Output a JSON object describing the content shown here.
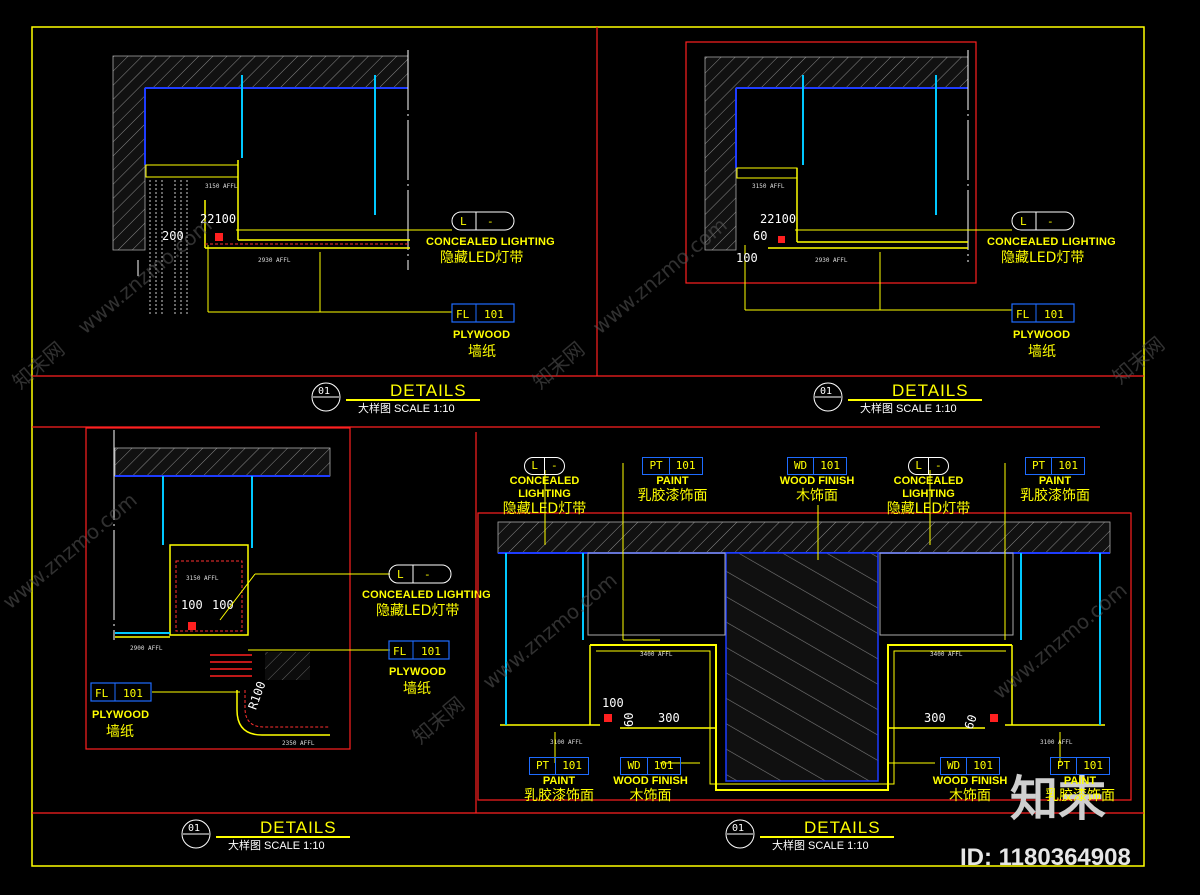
{
  "detail_top_left": {
    "tag_l": {
      "code": "L",
      "num": "-"
    },
    "l_en": "CONCEALED LIGHTING",
    "l_cn": "隐藏LED灯带",
    "tag_fl": {
      "code": "FL",
      "num": "101"
    },
    "fl_en": "PLYWOOD",
    "fl_cn": "墙纸",
    "dims": [
      "22100",
      "200"
    ],
    "affl": [
      "3150 AFFL",
      "2930 AFFL"
    ],
    "title": "DETAILS",
    "num": "01",
    "scale": "大样图 SCALE  1:10"
  },
  "detail_top_right": {
    "tag_l": {
      "code": "L",
      "num": "-"
    },
    "l_en": "CONCEALED LIGHTING",
    "l_cn": "隐藏LED灯带",
    "tag_fl": {
      "code": "FL",
      "num": "101"
    },
    "fl_en": "PLYWOOD",
    "fl_cn": "墙纸",
    "dims": [
      "22100",
      "100",
      "60"
    ],
    "affl": [
      "3150 AFFL",
      "2930 AFFL"
    ],
    "title": "DETAILS",
    "num": "01",
    "scale": "大样图 SCALE  1:10"
  },
  "detail_bottom_left": {
    "tag_l": {
      "code": "L",
      "num": "-"
    },
    "l_en": "CONCEALED LIGHTING",
    "l_cn": "隐藏LED灯带",
    "tag_fl": {
      "code": "FL",
      "num": "101"
    },
    "fl_en": "PLYWOOD",
    "fl_cn": "墙纸",
    "tag_fl2": {
      "code": "FL",
      "num": "101"
    },
    "fl2_en": "PLYWOOD",
    "fl2_cn": "墙纸",
    "dims": [
      "100",
      "100",
      "R100"
    ],
    "affl": [
      "3150 AFFL",
      "2900 AFFL",
      "2350 AFFL"
    ],
    "title": "DETAILS",
    "num": "01",
    "scale": "大样图 SCALE  1:10"
  },
  "detail_bottom_right": {
    "top_tags": [
      {
        "code": "L",
        "num": "-",
        "en": "CONCEALED LIGHTING",
        "cn": "隐藏LED灯带"
      },
      {
        "code": "PT",
        "num": "101",
        "en": "PAINT",
        "cn": "乳胶漆饰面"
      },
      {
        "code": "WD",
        "num": "101",
        "en": "WOOD FINISH",
        "cn": "木饰面"
      },
      {
        "code": "L",
        "num": "-",
        "en": "CONCEALED LIGHTING",
        "cn": "隐藏LED灯带"
      },
      {
        "code": "PT",
        "num": "101",
        "en": "PAINT",
        "cn": "乳胶漆饰面"
      }
    ],
    "bottom_tags": [
      {
        "code": "PT",
        "num": "101",
        "en": "PAINT",
        "cn": "乳胶漆饰面"
      },
      {
        "code": "WD",
        "num": "101",
        "en": "WOOD FINISH",
        "cn": "木饰面"
      },
      {
        "code": "WD",
        "num": "101",
        "en": "WOOD FINISH",
        "cn": "木饰面"
      },
      {
        "code": "PT",
        "num": "101",
        "en": "PAINT",
        "cn": "乳胶漆饰面"
      }
    ],
    "dims": [
      "100",
      "300",
      "300",
      "60",
      "60"
    ],
    "affl": [
      "3400 AFFL",
      "3400 AFFL",
      "3100 AFFL",
      "3100 AFFL"
    ],
    "title": "DETAILS",
    "num": "01",
    "scale": "大样图 SCALE  1:10"
  },
  "watermark": {
    "site": "www.znzmo.com",
    "brand": "知末网"
  },
  "logo": {
    "text": "知末",
    "id": "ID: 1180364908"
  },
  "colors": {
    "frame": "#ffff00",
    "divider": "#ff0000",
    "wall": "#1e3cff",
    "fixture": "#00c8ff",
    "text": "#ffff00"
  }
}
